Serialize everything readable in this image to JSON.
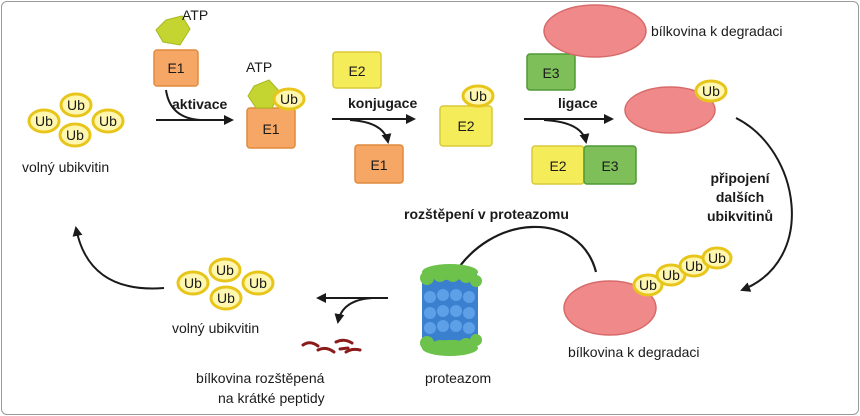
{
  "labels": {
    "atp_top": "ATP",
    "atp_mid": "ATP",
    "activation": "aktivace",
    "conjugation": "konjugace",
    "ligation": "ligace",
    "free_ub_top": "volný ubikvitin",
    "free_ub_bottom": "volný ubikvitin",
    "protein_top": "bílkovina k degradaci",
    "protein_bottom": "bílkovina k degradaci",
    "attach_line1": "připojení",
    "attach_line2": "dalších",
    "attach_line3": "ubikvitinů",
    "cleavage": "rozštěpení v proteazomu",
    "proteasome": "proteazom",
    "peptides_line1": "bílkovina rozštěpená",
    "peptides_line2": "na krátké peptidy"
  },
  "enzymes": {
    "e1": "E1",
    "e2": "E2",
    "e3": "E3"
  },
  "ubiquitin": "Ub",
  "colors": {
    "e1": "#f6a765",
    "e1_stroke": "#e08a3c",
    "e2": "#f5ec5a",
    "e2_stroke": "#d9c93a",
    "e3": "#7fbf5a",
    "e3_stroke": "#4f9a35",
    "atp": "#c4d430",
    "ub_fill": "#fff7b0",
    "ub_stroke": "#e8c51a",
    "protein": "#f08a8a",
    "protein_stroke": "#d86a6a",
    "peptide": "#8b1a1a",
    "arrow": "#1a1a1a",
    "proteasome_blue": "#3b7fcf",
    "proteasome_green": "#6cc24a"
  }
}
